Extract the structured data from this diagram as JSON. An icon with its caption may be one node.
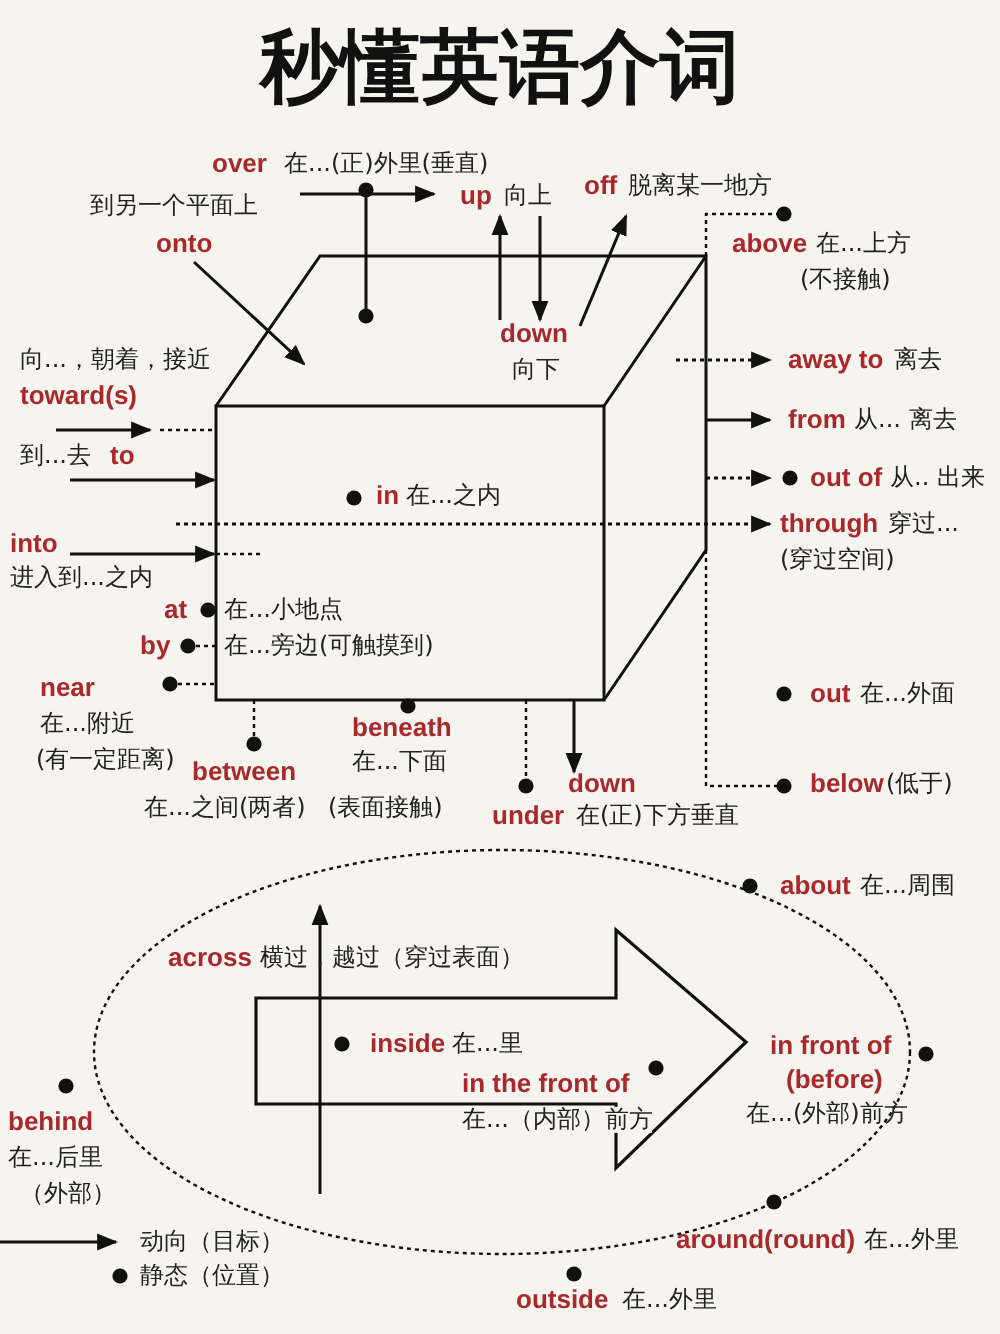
{
  "diagram": {
    "title": "秒懂英语介词",
    "labels": [
      "over",
      "在...(正)外里(垂直)",
      "到另一个平面上",
      "onto",
      "up",
      "向上",
      "off",
      "脱离某一地方",
      "above",
      "在...上方",
      "(不接触)",
      "down",
      "向...，朝着，接近",
      "向下",
      "away to",
      "离去",
      "toward(s)",
      "from",
      "从... 离去",
      "到...去",
      "to",
      "out of",
      "从.. 出来",
      "in",
      "在...之内",
      "through",
      "穿过...",
      "(穿过空间)",
      "into",
      "进入到...之内",
      "at",
      "在...小地点",
      "by",
      "在...旁边(可触摸到)",
      "near",
      "在...附近",
      "(有一定距离)",
      "beneath",
      "在...下面",
      "out",
      "在...外面",
      "between",
      "在...之间(两者)",
      "(表面接触)",
      "down",
      "below",
      "(低于)",
      "under",
      "在(正)下方垂直",
      "about",
      "在...周围",
      "across",
      "横过，越过（穿过表面）",
      "inside",
      "在...里",
      "in front of",
      "in the front of",
      "(before)",
      "behind",
      "在...（内部）前方",
      "在...(外部)前方",
      "在...后里",
      "（外部）",
      "around(round)",
      "在...外里",
      "outside",
      "在...外里"
    ],
    "legend": [
      {
        "text": "动向（目标）"
      },
      {
        "text": "静态（位置）"
      }
    ]
  }
}
